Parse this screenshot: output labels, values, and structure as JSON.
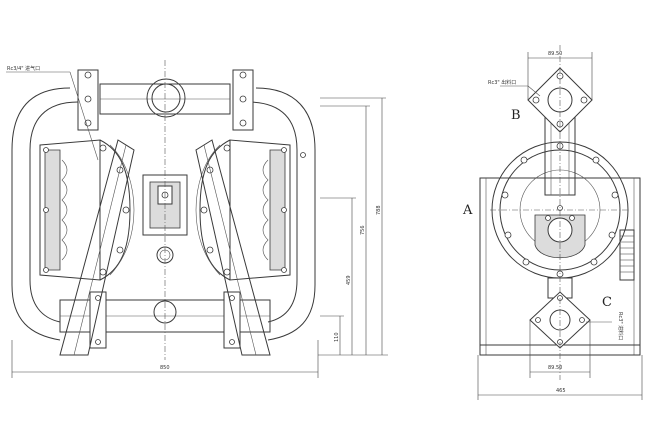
{
  "front_view": {
    "inlet_note": "Rc3/4\" 进气口",
    "dim_overall_width": "850",
    "dim_overall_height": "788",
    "dim_h_756": "756",
    "dim_h_459": "459",
    "dim_h_110": "110"
  },
  "side_view": {
    "label_a": "A",
    "label_b": "B",
    "label_c": "C",
    "outlet_note": "Rc3\" 出料口",
    "inlet_note": "Rc3\" 进料口",
    "dim_top_flange": "89.50",
    "dim_bottom_flange": "89.50",
    "dim_base_width": "465"
  }
}
